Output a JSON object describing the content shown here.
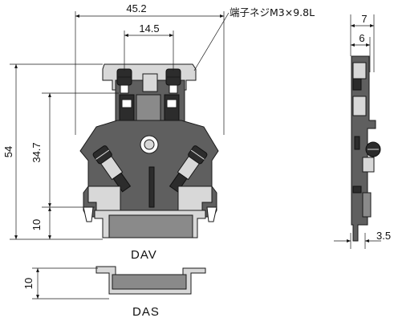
{
  "dimensions": {
    "width_total": "45.2",
    "screw_pitch": "14.5",
    "height_total": "54",
    "height_mid": "34.7",
    "rail_height": "10",
    "side_width": "7",
    "side_inner": "6",
    "side_bottom": "3.5",
    "das_height": "10"
  },
  "notes": {
    "screw_spec": "端子ネジM3×9.8L"
  },
  "labels": {
    "front_view": "DAV",
    "rail_view": "DAS"
  }
}
